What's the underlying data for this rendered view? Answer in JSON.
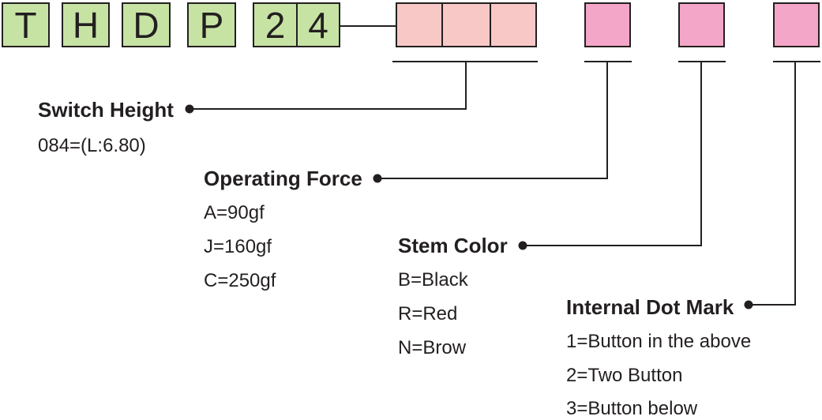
{
  "colors": {
    "prefix_fill": "#c6e3a4",
    "height_fill": "#f8c8c7",
    "option_fill": "#f3a6c8",
    "line": "#231f20"
  },
  "part_code": {
    "prefix_letters": [
      "T",
      "H",
      "D",
      "P"
    ],
    "series_digits": [
      "2",
      "4"
    ]
  },
  "sections": {
    "switch_height": {
      "title": "Switch Height",
      "options": [
        "084=(L:6.80)"
      ]
    },
    "operating_force": {
      "title": "Operating Force",
      "options": [
        "A=90gf",
        "J=160gf",
        "C=250gf"
      ]
    },
    "stem_color": {
      "title": "Stem Color",
      "options": [
        "B=Black",
        "R=Red",
        "N=Brow"
      ]
    },
    "internal_dot_mark": {
      "title": "Internal Dot Mark",
      "options": [
        "1=Button in the above",
        "2=Two Button",
        "3=Button below"
      ]
    }
  }
}
